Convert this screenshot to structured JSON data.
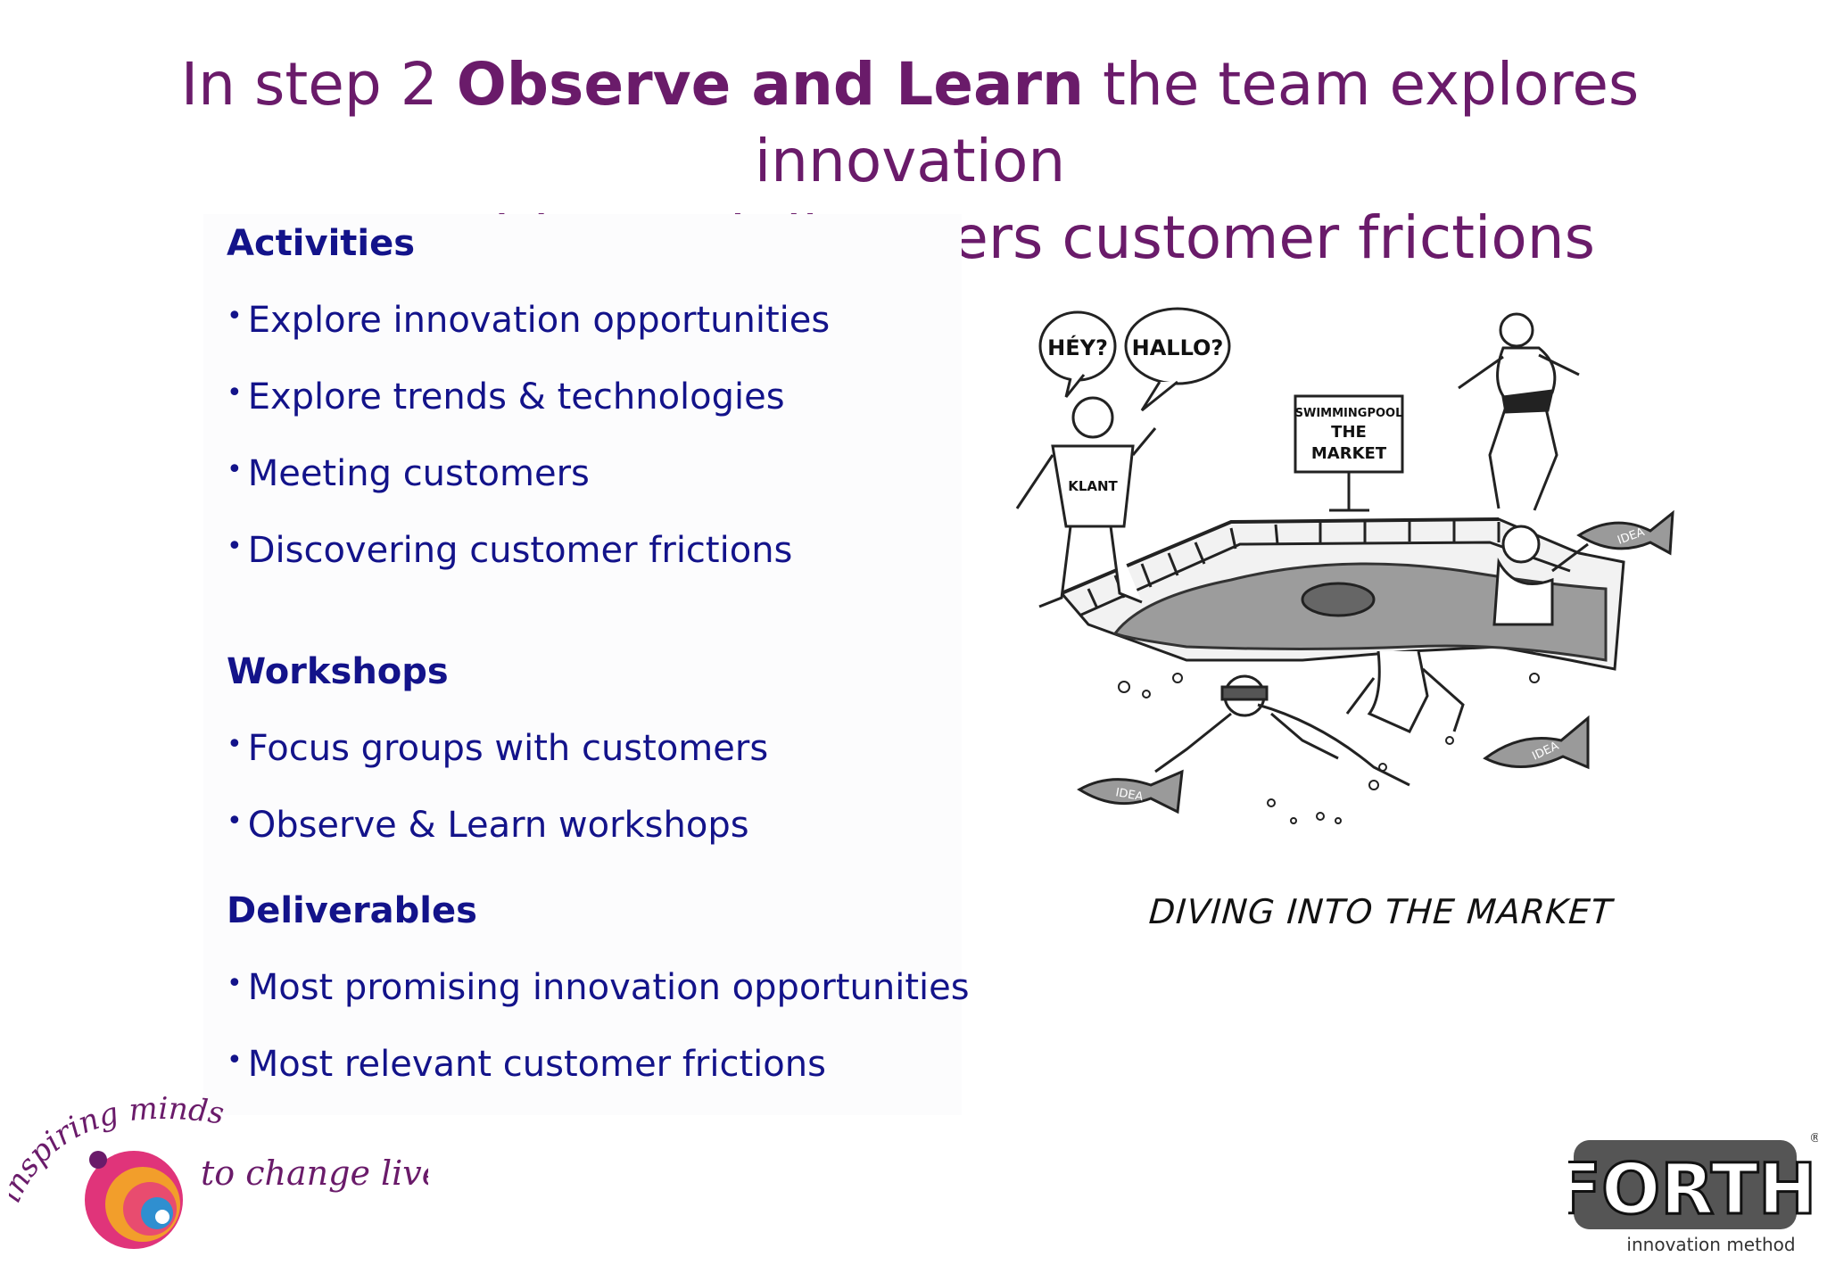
{
  "title": {
    "prefix": "In step 2 ",
    "bold": "Observe and Learn",
    "suffix": " the team explores innovation",
    "line2": "opportunities and discovers customer frictions"
  },
  "sections": {
    "activities": {
      "heading": "Activities",
      "items": [
        "Explore innovation opportunities",
        "Explore trends & technologies",
        "Meeting customers",
        "Discovering customer frictions"
      ]
    },
    "workshops": {
      "heading": "Workshops",
      "items": [
        "Focus groups with customers",
        "Observe & Learn workshops"
      ]
    },
    "deliverables": {
      "heading": "Deliverables",
      "items": [
        "Most promising innovation opportunities",
        "Most relevant customer frictions"
      ]
    }
  },
  "cartoon": {
    "bubble1": "HÉY?",
    "bubble2": "HALLO?",
    "sign_line1": "SWIMMINGPOOL",
    "sign_line2": "THE",
    "sign_line3": "MARKET",
    "shirt": "KLANT",
    "fish_label": "IDEA",
    "caption": "DIVING INTO THE MARKET"
  },
  "logos": {
    "left_line1": "inspiring minds",
    "left_line2": "to change lives",
    "right_name": "FORTH",
    "right_sub": "innovation method",
    "right_mark": "®"
  },
  "colors": {
    "title": "#6a1b6a",
    "body": "#13138a"
  }
}
